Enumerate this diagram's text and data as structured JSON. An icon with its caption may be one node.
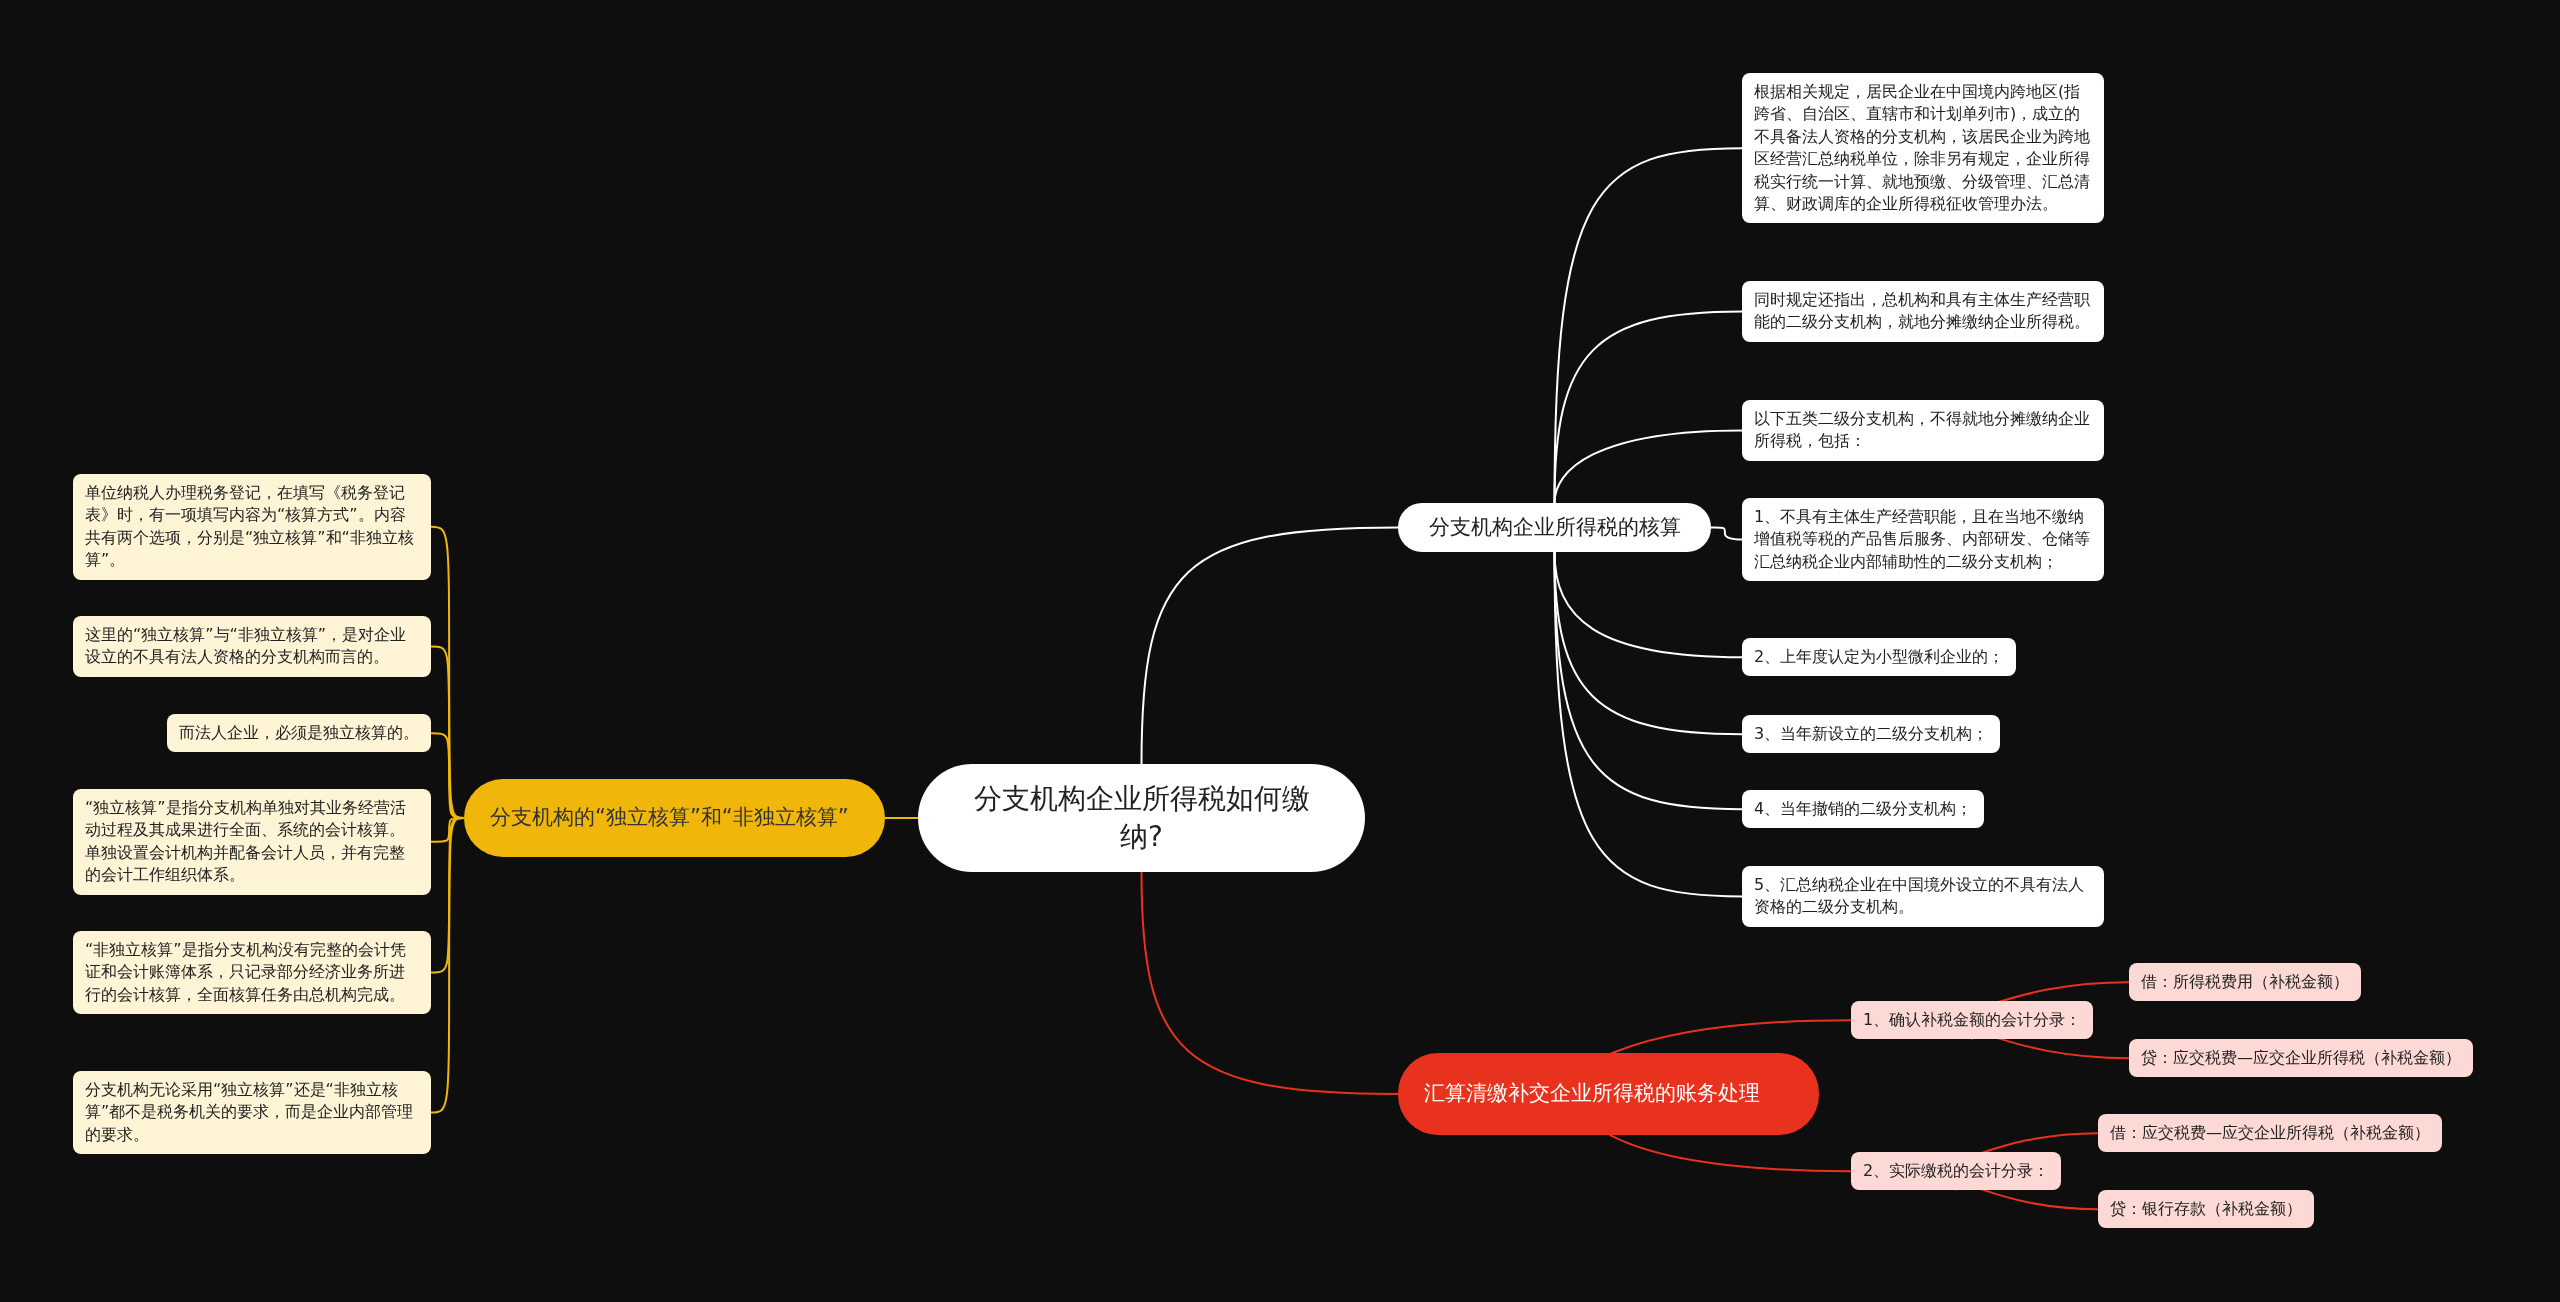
{
  "diagram": {
    "nodes": [
      {
        "text": [
          "分支机构企业所得税如何缴纳?"
        ]
      },
      {
        "text": [
          "分支机构企业所得税的核算"
        ]
      },
      {
        "text": [
          "根据相关规定，居民企业在中国境内跨地区(指跨省、自治区、直辖市和计划单列市)，成立的不具备法人资格的分支机构，该居民企业为跨地区经营汇总纳税单位，除非另有规定，企业所得税实行统一计算、就地预缴、分级管理、汇总清算、财政调库的企业所得税征收管理办法。"
        ]
      },
      {
        "text": [
          "同时规定还指出，总机构和具有主体生产经营职能的二级分支机构，就地分摊缴纳企业所得税。"
        ]
      },
      {
        "text": [
          "以下五类二级分支机构，不得就地分摊缴纳企业所得税，包括："
        ]
      },
      {
        "text": [
          "1、不具有主体生产经营职能，且在当地不缴纳增值税等税的产品售后服务、内部研发、仓储等汇总纳税企业内部辅助性的二级分支机构；"
        ]
      },
      {
        "text": [
          "2、上年度认定为小型微利企业的；"
        ]
      },
      {
        "text": [
          "3、当年新设立的二级分支机构；"
        ]
      },
      {
        "text": [
          "4、当年撤销的二级分支机构；"
        ]
      },
      {
        "text": [
          "5、汇总纳税企业在中国境外设立的不具有法人资格的二级分支机构。"
        ]
      },
      {
        "text": [
          "汇算清缴补交企业所得税的账务处理"
        ]
      },
      {
        "text": [
          "1、确认补税金额的会计分录："
        ]
      },
      {
        "text": [
          "借：所得税费用（补税金额）"
        ]
      },
      {
        "text": [
          "贷：应交税费—应交企业所得税（补税金额）"
        ]
      },
      {
        "text": [
          "2、实际缴税的会计分录："
        ]
      },
      {
        "text": [
          "借：应交税费—应交企业所得税（补税金额）"
        ]
      },
      {
        "text": [
          "贷：银行存款（补税金额）"
        ]
      },
      {
        "text": [
          "分支机构的“独立核算”和“非独立核算”"
        ]
      },
      {
        "text": [
          "单位纳税人办理税务登记，在填写《税务登记表》时，有一项填写内容为“核算方式”。内容共有两个选项，分别是“独立核算”和“非独立核算”。"
        ]
      },
      {
        "text": [
          "这里的“独立核算”与“非独立核算”，是对企业设立的不具有法人资格的分支机构而言的。"
        ]
      },
      {
        "text": [
          "而法人企业，必须是独立核算的。"
        ]
      },
      {
        "text": [
          "“独立核算”是指分支机构单独对其业务经营活动过程及其成果进行全面、系统的会计核算。单独设置会计机构并配备会计人员，并有完整的会计工作组织体系。"
        ]
      },
      {
        "text": [
          "“非独立核算”是指分支机构没有完整的会计凭证和会计账簿体系，只记录部分经济业务所进行的会计核算，全面核算任务由总机构完成。"
        ]
      },
      {
        "text": [
          "分支机构无论采用“独立核算”还是“非独立核算”都不是税务机关的要求，而是企业内部管理的要求。"
        ]
      }
    ],
    "edges": [
      {
        "from": 0,
        "to": 1,
        "arrow": "none"
      },
      {
        "from": 1,
        "to": 2,
        "arrow": "none"
      },
      {
        "from": 1,
        "to": 3,
        "arrow": "none"
      },
      {
        "from": 1,
        "to": 4,
        "arrow": "none"
      },
      {
        "from": 1,
        "to": 5,
        "arrow": "none"
      },
      {
        "from": 1,
        "to": 6,
        "arrow": "none"
      },
      {
        "from": 1,
        "to": 7,
        "arrow": "none"
      },
      {
        "from": 1,
        "to": 8,
        "arrow": "none"
      },
      {
        "from": 1,
        "to": 9,
        "arrow": "none"
      },
      {
        "from": 0,
        "to": 10,
        "arrow": "none",
        "color": "#e8321e"
      },
      {
        "from": 10,
        "to": 11,
        "arrow": "none",
        "color": "#e8321e"
      },
      {
        "from": 11,
        "to": 12,
        "arrow": "none",
        "color": "#e8321e"
      },
      {
        "from": 11,
        "to": 13,
        "arrow": "none",
        "color": "#e8321e"
      },
      {
        "from": 10,
        "to": 14,
        "arrow": "none",
        "color": "#e8321e"
      },
      {
        "from": 14,
        "to": 15,
        "arrow": "none",
        "color": "#e8321e"
      },
      {
        "from": 14,
        "to": 16,
        "arrow": "none",
        "color": "#e8321e"
      },
      {
        "from": 0,
        "to": 17,
        "arrow": "none",
        "color": "#f0b70a"
      },
      {
        "from": 17,
        "to": 18,
        "arrow": "none",
        "color": "#f0b70a"
      },
      {
        "from": 17,
        "to": 19,
        "arrow": "none",
        "color": "#f0b70a"
      },
      {
        "from": 17,
        "to": 20,
        "arrow": "none",
        "color": "#f0b70a"
      },
      {
        "from": 17,
        "to": 21,
        "arrow": "none",
        "color": "#f0b70a"
      },
      {
        "from": 17,
        "to": 22,
        "arrow": "none",
        "color": "#f0b70a"
      },
      {
        "from": 17,
        "to": 23,
        "arrow": "none",
        "color": "#f0b70a"
      }
    ]
  }
}
